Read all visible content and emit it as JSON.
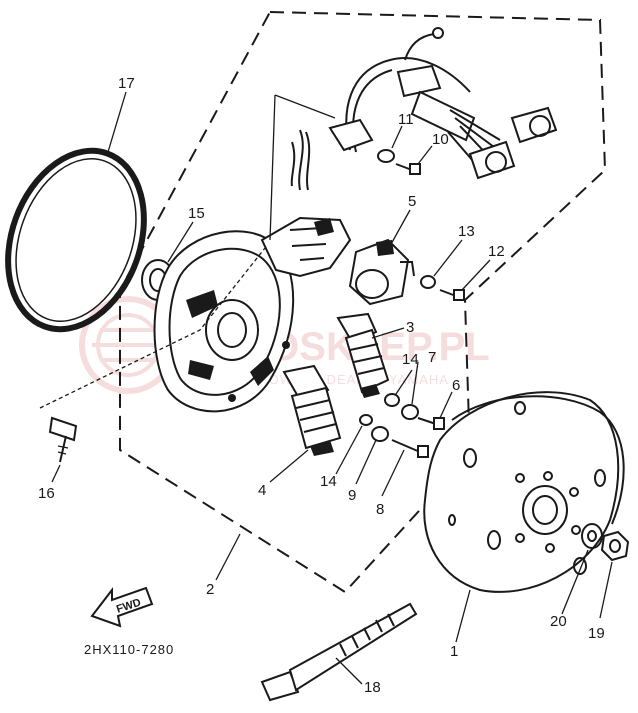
{
  "diagram_code": "2HX110-7280",
  "fwd_label": "FWD",
  "watermark": {
    "main": "MOTOSKLEP.PL",
    "sub": "AUTORYZOWANY DEALER YAMAHA",
    "color": "#e8a0a0"
  },
  "part_labels": {
    "p1": "1",
    "p2": "2",
    "p3": "3",
    "p4": "4",
    "p5": "5",
    "p6": "6",
    "p7": "7",
    "p8": "8",
    "p9": "9",
    "p10": "10",
    "p11": "11",
    "p12": "12",
    "p13": "13",
    "p14a": "14",
    "p14b": "14",
    "p15": "15",
    "p16": "16",
    "p17": "17",
    "p18": "18",
    "p19": "19",
    "p20": "20"
  }
}
